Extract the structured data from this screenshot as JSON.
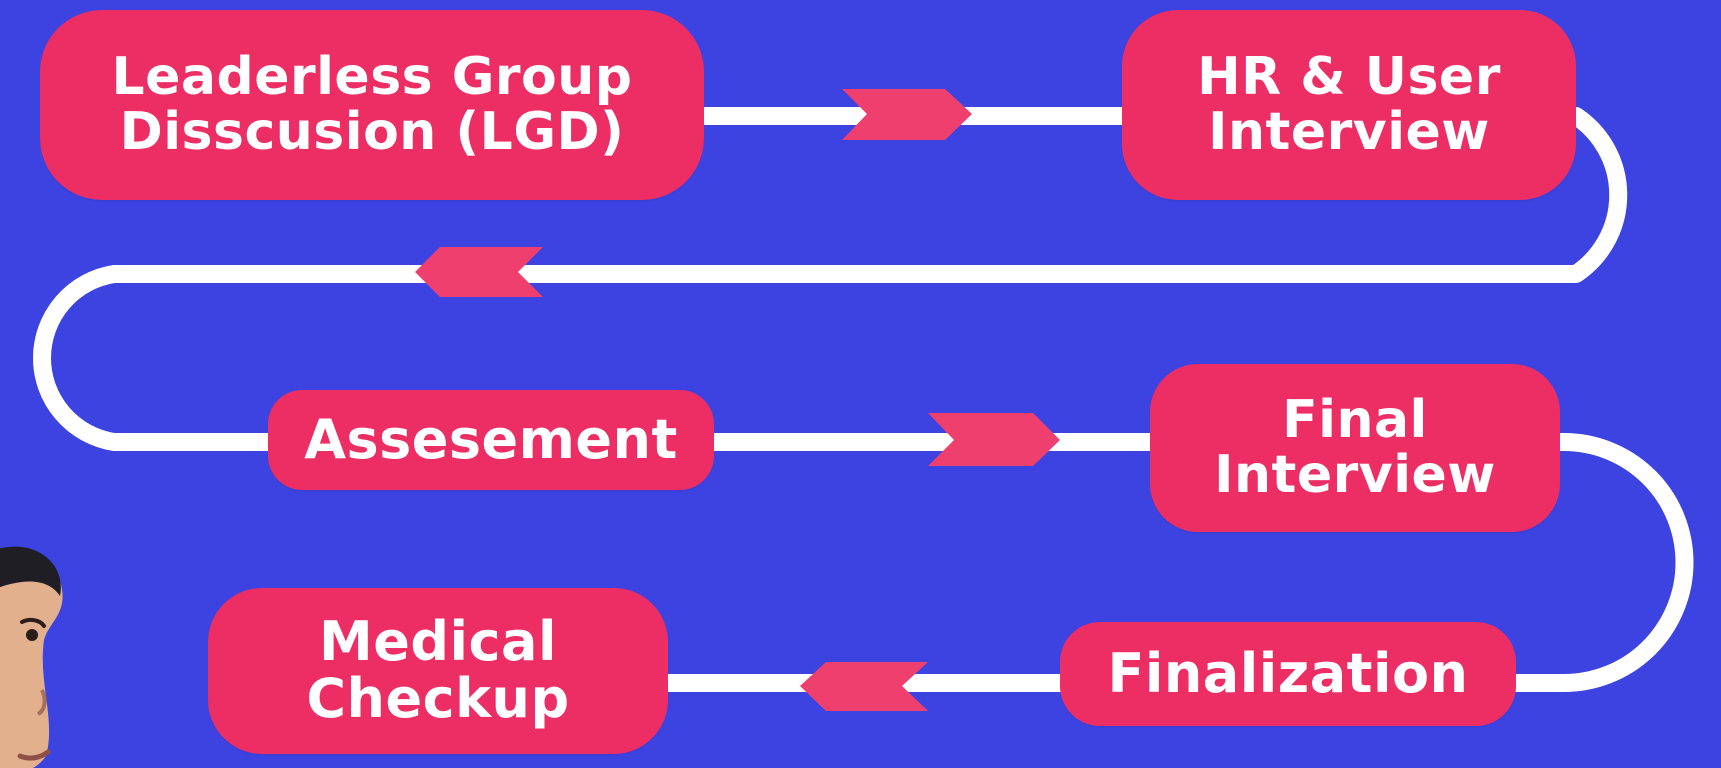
{
  "colors": {
    "background": "#3D43E0",
    "node": "#EC2E65",
    "chevron": "#EE3F6F",
    "track": "#FFFFFF"
  },
  "steps": [
    {
      "id": "lgd",
      "label": "Leaderless Group\nDisscusion (LGD)"
    },
    {
      "id": "hr",
      "label": "HR & User\nInterview"
    },
    {
      "id": "assessment",
      "label": "Assesement"
    },
    {
      "id": "final-interview",
      "label": "Final\nInterview"
    },
    {
      "id": "finalization",
      "label": "Finalization"
    },
    {
      "id": "medical",
      "label": "Medical\nCheckup"
    }
  ],
  "connectors": [
    {
      "from": "lgd",
      "to": "hr",
      "direction": "right"
    },
    {
      "from": "hr",
      "to": "assessment",
      "direction": "left"
    },
    {
      "from": "assessment",
      "to": "final-interview",
      "direction": "right"
    },
    {
      "from": "final-interview",
      "to": "finalization",
      "direction": "down"
    },
    {
      "from": "finalization",
      "to": "medical",
      "direction": "left"
    }
  ]
}
